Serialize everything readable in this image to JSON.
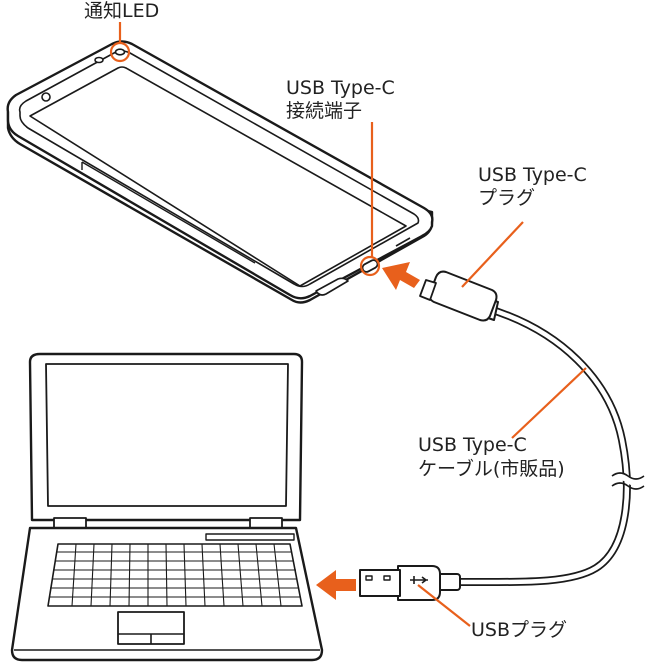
{
  "labels": {
    "notification_led": "通知LED",
    "usb_port_line1": "USB Type-C",
    "usb_port_line2": "接続端子",
    "typec_plug_line1": "USB Type-C",
    "typec_plug_line2": "プラグ",
    "cable_line1": "USB Type-C",
    "cable_line2": "ケーブル(市販品)",
    "usb_plug": "USBプラグ"
  },
  "colors": {
    "line": "#1a1a1a",
    "accent": "#e8601c"
  }
}
